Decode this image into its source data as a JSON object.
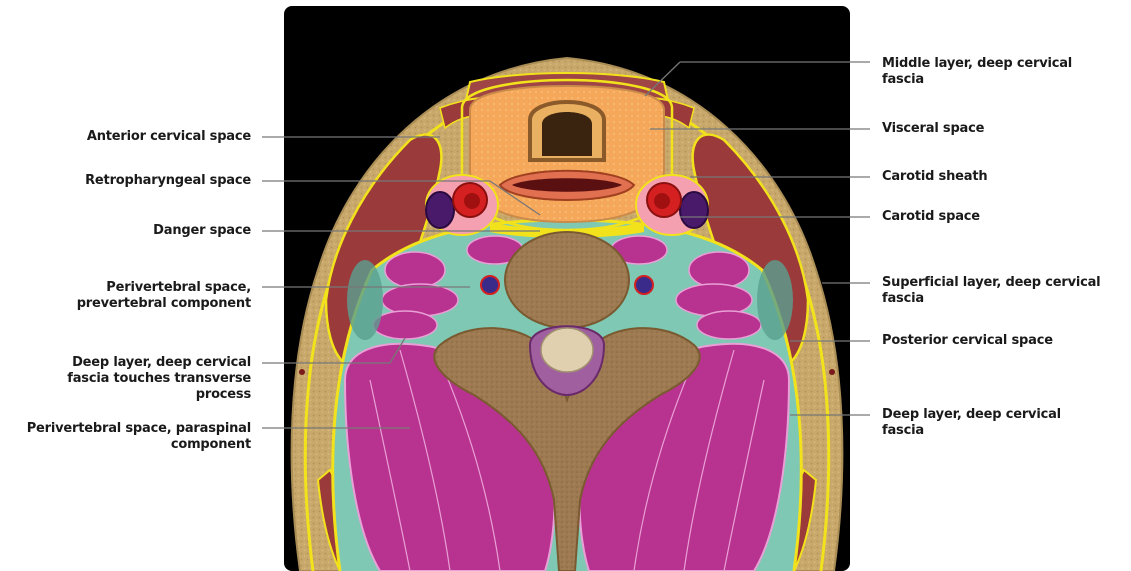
{
  "labels_left": [
    {
      "id": "anterior-cervical-space",
      "lines": [
        "Anterior cervical space"
      ]
    },
    {
      "id": "retropharyngeal-space",
      "lines": [
        "Retropharyngeal space"
      ]
    },
    {
      "id": "danger-space",
      "lines": [
        "Danger space"
      ]
    },
    {
      "id": "perivertebral-prevertebral",
      "lines": [
        "Perivertebral space,",
        "prevertebral component"
      ]
    },
    {
      "id": "deep-layer-transverse",
      "lines": [
        "Deep layer, deep cervical",
        "fascia touches transverse",
        "process"
      ]
    },
    {
      "id": "perivertebral-paraspinal",
      "lines": [
        "Perivertebral space, paraspinal",
        "component"
      ]
    }
  ],
  "labels_right": [
    {
      "id": "middle-layer",
      "lines": [
        "Middle layer, deep cervical",
        "fascia"
      ]
    },
    {
      "id": "visceral-space",
      "lines": [
        "Visceral space"
      ]
    },
    {
      "id": "carotid-sheath",
      "lines": [
        "Carotid sheath"
      ]
    },
    {
      "id": "carotid-space",
      "lines": [
        "Carotid space"
      ]
    },
    {
      "id": "superficial-layer",
      "lines": [
        "Superficial layer, deep cervical",
        "fascia"
      ]
    },
    {
      "id": "posterior-cervical-space",
      "lines": [
        "Posterior cervical space"
      ]
    },
    {
      "id": "deep-layer",
      "lines": [
        "Deep layer, deep cervical",
        "fascia"
      ]
    }
  ],
  "colors": {
    "background": "#000000",
    "skin": "#c9a86a",
    "muscle_red": "#9b3a3a",
    "fascia_yellow": "#f2e21c",
    "visceral": "#f4a460",
    "carotid_artery": "#d42020",
    "jugular_vein": "#5a1a7a",
    "prevertebral_teal": "#7ec8b4",
    "paraspinal_magenta": "#b8338f",
    "bone": "#a07850",
    "leader_line": "#777777"
  }
}
